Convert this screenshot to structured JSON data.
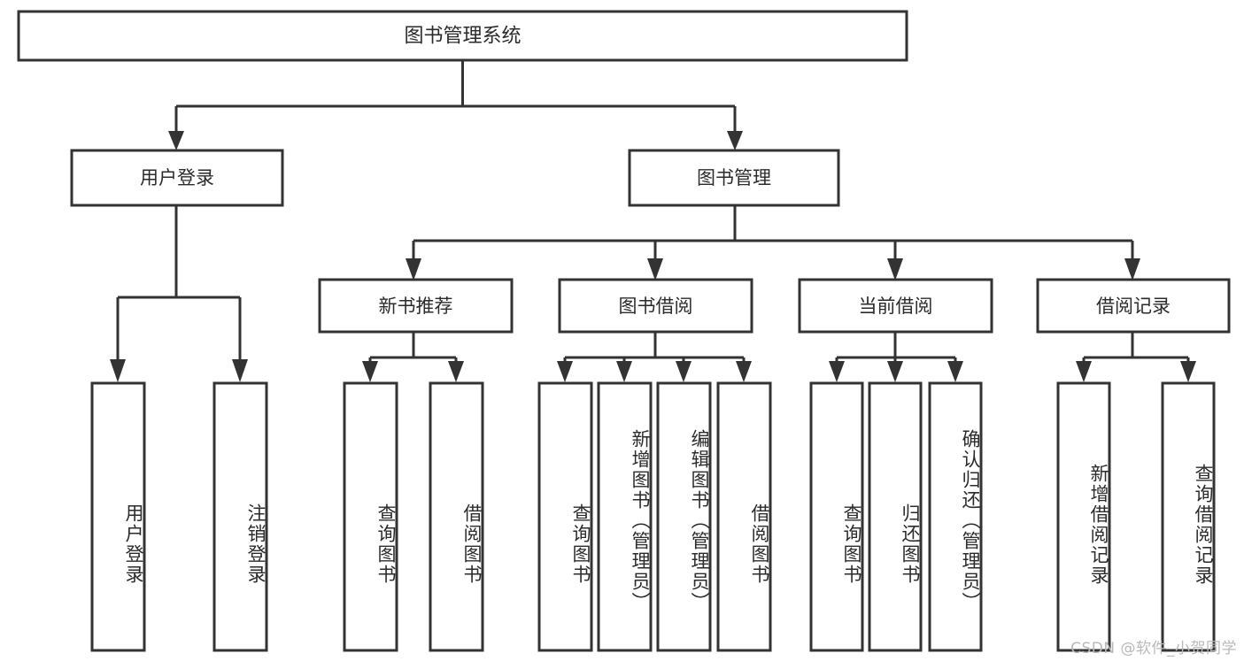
{
  "diagram": {
    "type": "tree-hierarchy-chart",
    "title": "图书管理系统",
    "background_color": "#ffffff",
    "line_color": "#333333",
    "box_fill": "#ffffff",
    "text_color": "#2b2b2b",
    "root": {
      "id": "root",
      "label": "图书管理系统"
    },
    "level2": [
      {
        "id": "user-login",
        "label": "用户登录"
      },
      {
        "id": "book-manage",
        "label": "图书管理"
      }
    ],
    "level3": [
      {
        "id": "new-book-rec",
        "label": "新书推荐",
        "parent": "book-manage"
      },
      {
        "id": "book-borrow",
        "label": "图书借阅",
        "parent": "book-manage"
      },
      {
        "id": "current-borrow",
        "label": "当前借阅",
        "parent": "book-manage"
      },
      {
        "id": "borrow-record",
        "label": "借阅记录",
        "parent": "book-manage"
      }
    ],
    "leaves": [
      {
        "id": "leaf-user-login",
        "label": "用户登录",
        "parent": "user-login"
      },
      {
        "id": "leaf-logout",
        "label": "注销登录",
        "parent": "user-login"
      },
      {
        "id": "leaf-query-book-1",
        "label": "查询图书",
        "parent": "new-book-rec"
      },
      {
        "id": "leaf-borrow-book-1",
        "label": "借阅图书",
        "parent": "new-book-rec"
      },
      {
        "id": "leaf-query-book-2",
        "label": "查询图书",
        "parent": "book-borrow"
      },
      {
        "id": "leaf-add-book",
        "label": "新增图书（管理员）",
        "parent": "book-borrow"
      },
      {
        "id": "leaf-edit-book",
        "label": "编辑图书（管理员）",
        "parent": "book-borrow"
      },
      {
        "id": "leaf-borrow-book-2",
        "label": "借阅图书",
        "parent": "book-borrow"
      },
      {
        "id": "leaf-query-book-3",
        "label": "查询图书",
        "parent": "current-borrow"
      },
      {
        "id": "leaf-return-book",
        "label": "归还图书",
        "parent": "current-borrow"
      },
      {
        "id": "leaf-confirm-return",
        "label": "确认归还（管理员）",
        "parent": "current-borrow"
      },
      {
        "id": "leaf-add-record",
        "label": "新增借阅记录",
        "parent": "borrow-record"
      },
      {
        "id": "leaf-query-record",
        "label": "查询借阅记录",
        "parent": "borrow-record"
      }
    ]
  },
  "watermark": {
    "text": "CSDN @软件_小贺同学"
  }
}
